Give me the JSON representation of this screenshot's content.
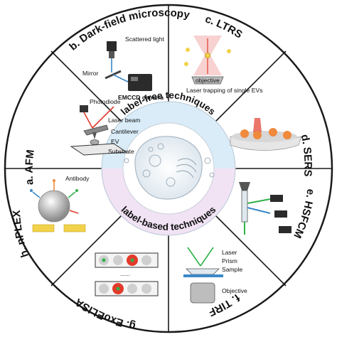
{
  "center": {
    "top_label": "label-free techniques",
    "bottom_label": "label-based techniques"
  },
  "sectors": [
    {
      "id": "a",
      "title": "a. AFM",
      "labels": [
        "Photodiode",
        "Laser beam",
        "Cantilever",
        "EV",
        "Substrate"
      ]
    },
    {
      "id": "b",
      "title": "b. Dark-field microscopy",
      "labels": [
        "Scattered light",
        "Mirror",
        "EMCCD camera"
      ]
    },
    {
      "id": "c",
      "title": "c. LTRS",
      "labels": [
        "objective",
        "Laser trapping of single EVs"
      ]
    },
    {
      "id": "d",
      "title": "d. SERS",
      "labels": []
    },
    {
      "id": "e",
      "title": "e. HSFCM",
      "labels": []
    },
    {
      "id": "f",
      "title": "f. TIRF",
      "labels": [
        "Laser",
        "Prism",
        "Sample",
        "Objective"
      ]
    },
    {
      "id": "g",
      "title": "g. ExoELISA",
      "labels": []
    },
    {
      "id": "h",
      "title": "h. nPLEX",
      "labels": [
        "Antibody"
      ]
    }
  ],
  "colors": {
    "outline": "#1a1a1a",
    "inner_top": "#d9ecf8",
    "inner_bottom": "#f1e2f4",
    "cell": "#e8eef3",
    "orange": "#f08a3c",
    "red": "#e23a2a",
    "green": "#2fb24a",
    "blue": "#3a88c8",
    "yellow": "#f2d24b"
  }
}
